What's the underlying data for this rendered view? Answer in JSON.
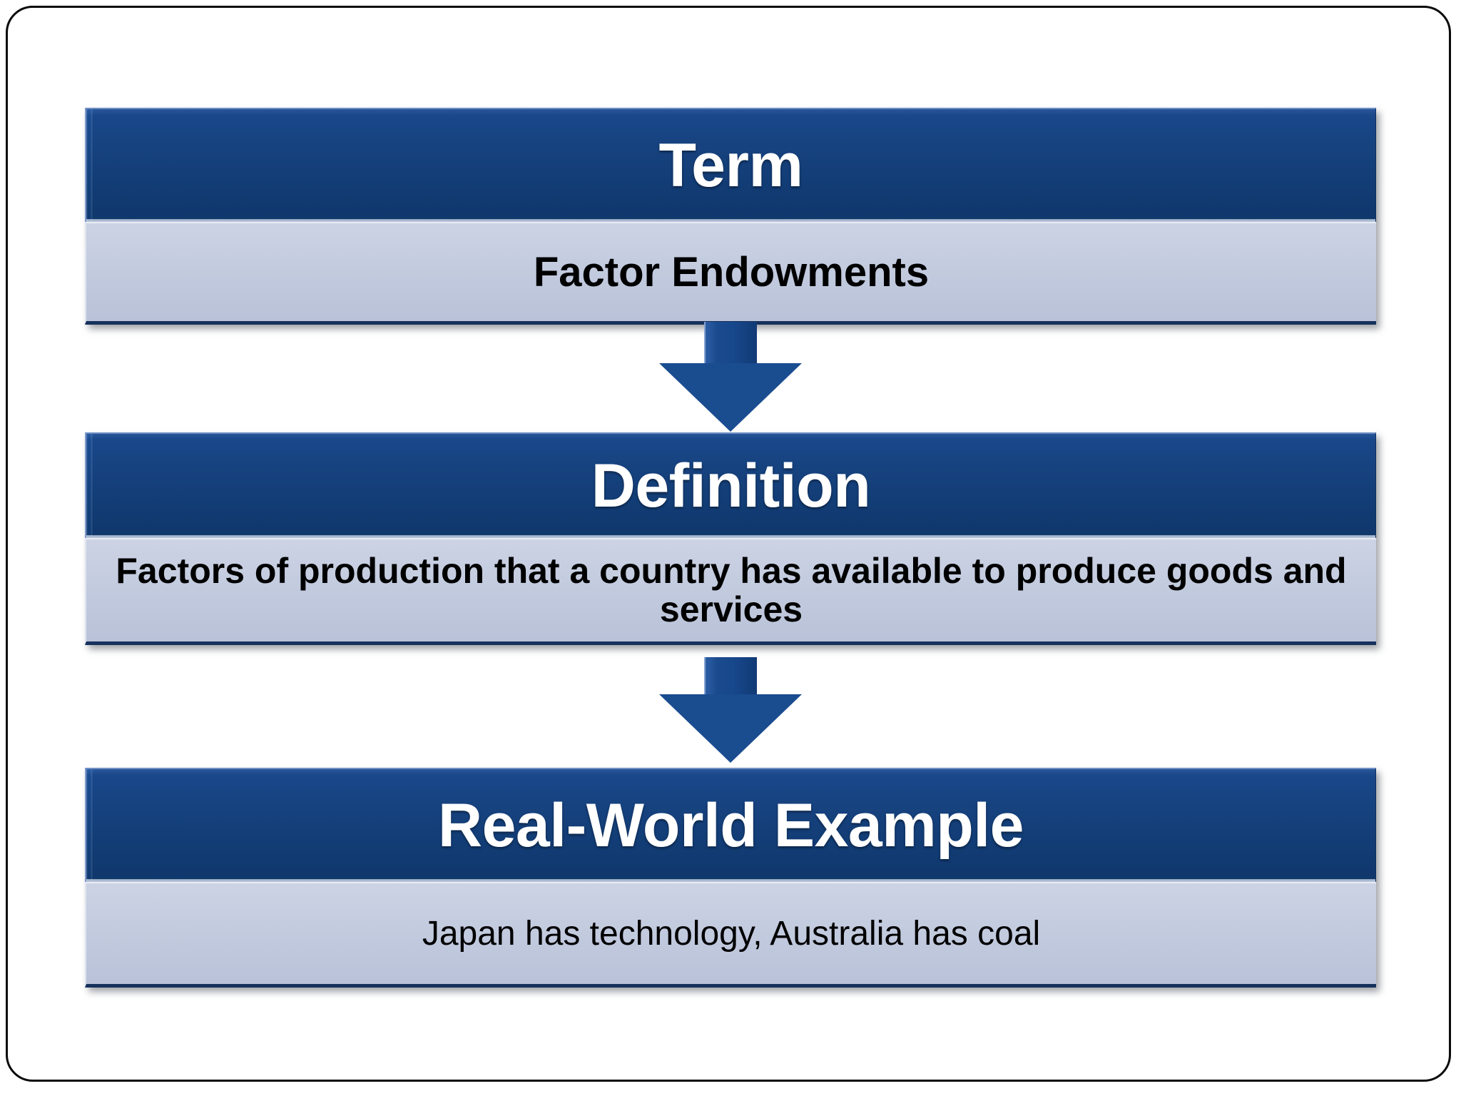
{
  "slide": {
    "border_color": "#0a0a0a",
    "background": "#ffffff",
    "accent_blue": "#17478c",
    "panel_gray": "#c3cbdf"
  },
  "cards": [
    {
      "id": "term",
      "header": "Term",
      "body": "Factor Endowments"
    },
    {
      "id": "definition",
      "header": "Definition",
      "body": "Factors of production that a country has available to produce goods and services"
    },
    {
      "id": "real-world-example",
      "header": "Real-World Example",
      "body": "Japan has technology, Australia has coal"
    }
  ],
  "connectors": [
    {
      "id": "arrow-term-to-definition",
      "icon": "arrow-down-icon"
    },
    {
      "id": "arrow-definition-to-example",
      "icon": "arrow-down-icon"
    }
  ]
}
